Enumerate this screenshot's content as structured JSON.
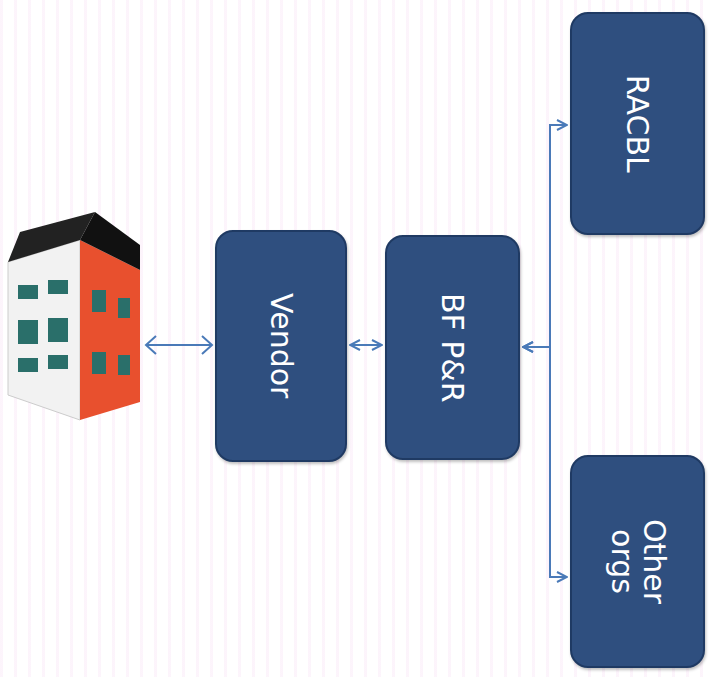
{
  "diagram": {
    "nodes": [
      {
        "text": [
          "Vendor"
        ]
      },
      {
        "text": [
          "BF P&R"
        ]
      },
      {
        "text": [
          "RACBL"
        ]
      },
      {
        "text": [
          "Other orgs"
        ]
      }
    ],
    "edges": [
      {
        "from": 0,
        "to": 1,
        "arrow": "both"
      },
      {
        "from": 1,
        "to": 2,
        "arrow": "both"
      },
      {
        "from": 1,
        "to": 3,
        "arrow": "both"
      }
    ]
  }
}
